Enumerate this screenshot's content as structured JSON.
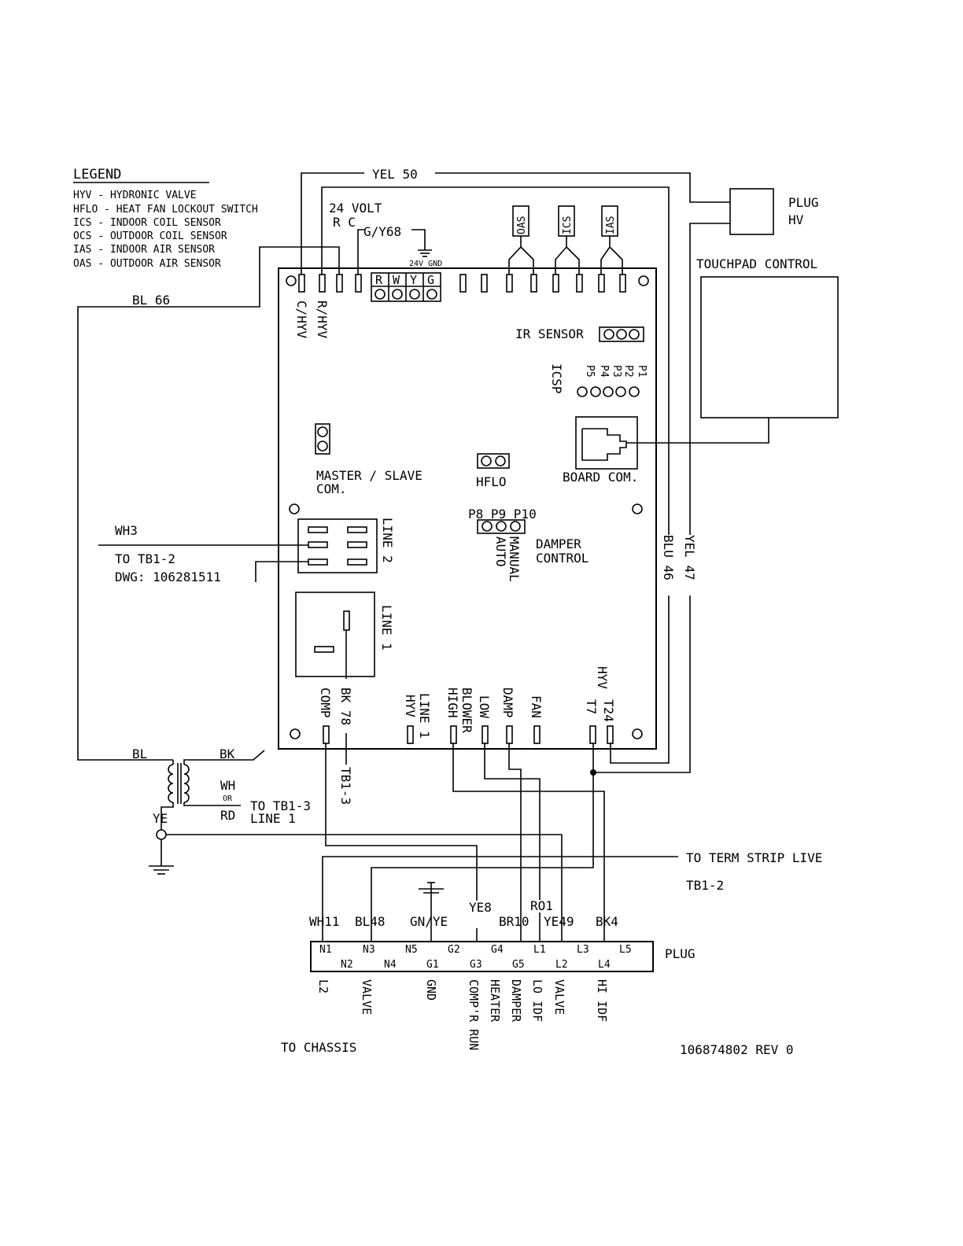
{
  "legend": {
    "title": "LEGEND",
    "items": [
      "HYV - HYDRONIC VALVE",
      "HFLO - HEAT FAN LOCKOUT SWITCH",
      "ICS - INDOOR COIL SENSOR",
      "OCS - OUTDOOR COIL SENSOR",
      "IAS - INDOOR AIR SENSOR",
      "OAS - OUTDOOR AIR SENSOR"
    ]
  },
  "wires": {
    "yel50": "YEL 50",
    "bl66": "BL 66",
    "blu46": "BLU 46",
    "yel47": "YEL 47",
    "wh3": "WH3",
    "gy68": "G/Y68",
    "bk78": "BK 78",
    "bl": "BL",
    "bk": "BK",
    "wh": "WH",
    "or": "OR",
    "rd": "RD",
    "ye": "YE"
  },
  "board": {
    "volt24": "24 VOLT",
    "rc": "R  C",
    "gnd24": "24V GND",
    "terminals": [
      "R",
      "W",
      "Y",
      "G"
    ],
    "sensors": [
      "OAS",
      "ICS",
      "IAS"
    ],
    "chyv": "C/HYV",
    "rhyv": "R/HYV",
    "ir_sensor": "IR SENSOR",
    "icsp": "ICSP",
    "p_pins": [
      "P1",
      "P2",
      "P3",
      "P4",
      "P5"
    ],
    "master_slave": "MASTER / SLAVE",
    "com": "COM.",
    "hflo": "HFLO",
    "board_com": "BOARD COM.",
    "p8p9p10": "P8 P9 P10",
    "auto": "AUTO",
    "manual": "MANUAL",
    "damper": "DAMPER",
    "control": "CONTROL",
    "line2": "LINE 2",
    "line1": "LINE 1",
    "comp": "COMP",
    "line1_hyv_a": "LINE 1",
    "line1_hyv_b": "HYV",
    "high": "HIGH",
    "blower": "BLOWER",
    "low": "LOW",
    "damp": "DAMP",
    "fan": "FAN",
    "hyv": "HYV",
    "t7": "T7",
    "t24": "T24"
  },
  "external": {
    "plug": "PLUG",
    "hv": "HV",
    "touchpad": "TOUCHPAD CONTROL",
    "to_tb1_2": "TO TB1-2",
    "dwg": "DWG: 106281511",
    "to_tb1_3": "TO TB1-3",
    "line1_label": "LINE 1",
    "tb1_3": "TB1-3",
    "term_strip": "TO TERM STRIP LIVE",
    "tb1_2": "TB1-2"
  },
  "plug_connector": {
    "title": "PLUG",
    "wire_labels": [
      "WH11",
      "BL48",
      "GN/YE",
      "YE8",
      "BR10",
      "RO1",
      "YE49",
      "BK4"
    ],
    "top_row": [
      "N1",
      "N3",
      "N5",
      "G2",
      "G4",
      "L1",
      "L3",
      "L5"
    ],
    "bottom_row": [
      "N2",
      "N4",
      "G1",
      "G3",
      "G5",
      "L2",
      "L4"
    ],
    "functions": [
      "L2",
      "VALVE",
      "GND",
      "COMP'R RUN",
      "HEATER",
      "DAMPER",
      "LO IDF",
      "VALVE",
      "HI IDF"
    ]
  },
  "footer": {
    "to_chassis": "TO CHASSIS",
    "drawing_no": "106874802 REV 0"
  }
}
